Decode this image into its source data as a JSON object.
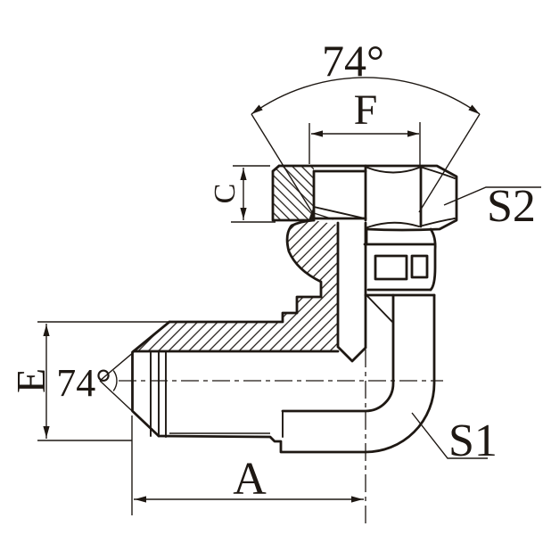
{
  "drawing": {
    "background": "#ffffff",
    "ink_color": "#1e1813",
    "labels": {
      "top_cone_angle": "74°",
      "dim_f": "F",
      "dim_c": "C",
      "hex_s2": "S2",
      "dim_e": "E",
      "left_cone_angle": "74°",
      "dim_a": "A",
      "hex_s1": "S1"
    }
  }
}
